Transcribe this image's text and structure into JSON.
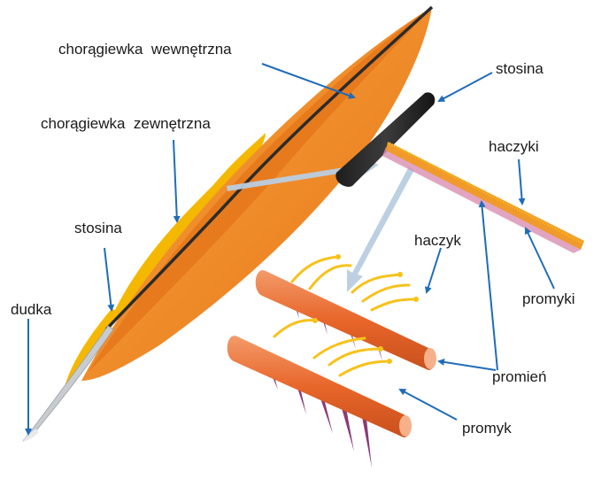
{
  "labels": {
    "choragiewka_wewnetrzna": "chorągiewka  wewnętrzna",
    "choragiewka_zewnetrzna": "chorągiewka  zewnętrzna",
    "stosina_left": "stosina",
    "dudka": "dudka",
    "stosina_right": "stosina",
    "haczyki": "haczyki",
    "haczyk": "haczyk",
    "promyki": "promyki",
    "promien": "promień",
    "promyk": "promyk"
  },
  "colors": {
    "vane": "#f08a1e",
    "vane_edge": "#f5b800",
    "rachis": "#2b2b2b",
    "calamus": "#c8ccd0",
    "barb": "#e8662a",
    "barbule": "#8a3a78",
    "hook": "#f6c21c",
    "leader": "#1f6cb8",
    "zoom_arrow": "#b9cde0"
  }
}
